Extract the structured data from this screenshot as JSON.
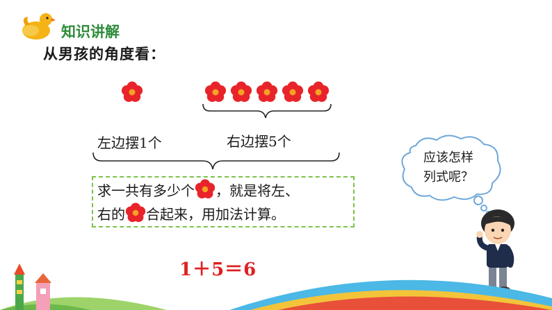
{
  "header": {
    "section_title": "知识讲解",
    "perspective": "从男孩的角度看："
  },
  "flowers": {
    "left_count": 1,
    "right_count": 5,
    "left_label": "左边摆1个",
    "right_label": "右边摆5个",
    "color": "#e8242a"
  },
  "explanation": {
    "line1_before": "求一共有多少个",
    "line1_after": "，就是将左、",
    "line2_before": "右的",
    "line2_after": "合起来，用加法计算。"
  },
  "equation": "1＋5＝6",
  "speech_bubble": {
    "line1": "应该怎样",
    "line2": "列式呢？"
  },
  "colors": {
    "title_green": "#2e8b3a",
    "dash_green": "#7cc24a",
    "equation_red": "#e02020"
  }
}
